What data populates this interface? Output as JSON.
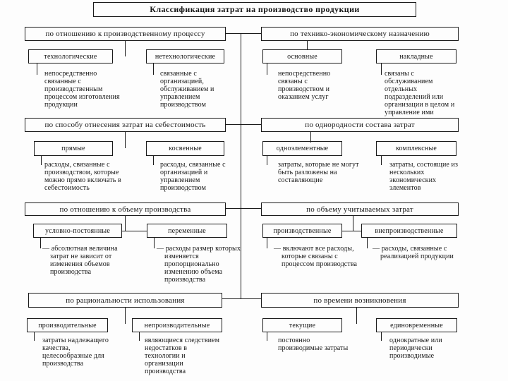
{
  "title": "Классификация затрат на производство продукции",
  "groups": [
    {
      "header": "по отношению к производственному процессу",
      "children": [
        {
          "label": "технологические",
          "desc": "непосредственно связанные с производственным процессом изготовления продукции"
        },
        {
          "label": "нетехнологические",
          "desc": "связанные с организацией, обслуживанием и управлением производством"
        }
      ]
    },
    {
      "header": "по технико-экономическому назначению",
      "children": [
        {
          "label": "основные",
          "desc": "непосредственно связаны с производством и оказанием услуг"
        },
        {
          "label": "накладные",
          "desc": "связаны с обслуживанием отдельных подразделений или организации в целом и управление ими"
        }
      ]
    },
    {
      "header": "по способу отнесения затрат на себестоимость",
      "children": [
        {
          "label": "прямые",
          "desc": "расходы, связанные с производством, которые можно прямо включать в себестоимость"
        },
        {
          "label": "косвенные",
          "desc": "расходы, связанные с организацией и управлением производством"
        }
      ]
    },
    {
      "header": "по однородности состава затрат",
      "children": [
        {
          "label": "одноэлементные",
          "desc": "затраты, которые не могут быть разложены на составляющие"
        },
        {
          "label": "комплексные",
          "desc": "затраты, состоящие из нескольких экономических элементов"
        }
      ]
    },
    {
      "header": "по отношению к объему производства",
      "children": [
        {
          "label": "условно-постоянные",
          "desc": "— абсолютная величина затрат не зависит от изменения объемов производства"
        },
        {
          "label": "переменные",
          "desc": "— расходы размер которых изменяется пропорционально изменению объема производства"
        }
      ]
    },
    {
      "header": "по объему учитываемых затрат",
      "children": [
        {
          "label": "производственные",
          "desc": "— включают все расходы, которые связаны с процессом производства"
        },
        {
          "label": "внепроизводственные",
          "desc": "— расходы, связанные с реализацией продукции"
        }
      ]
    },
    {
      "header": "по рациональности использования",
      "children": [
        {
          "label": "производительные",
          "desc": "затраты надлежащего качества, целесообразные для производства"
        },
        {
          "label": "непроизводительные",
          "desc": "являющиеся следствием недостатков в технологии и организации производства"
        }
      ]
    },
    {
      "header": "по времени возникновения",
      "children": [
        {
          "label": "текущие",
          "desc": "постоянно производимые затраты"
        },
        {
          "label": "единовременные",
          "desc": "однократные или периодически производимые"
        }
      ]
    }
  ]
}
